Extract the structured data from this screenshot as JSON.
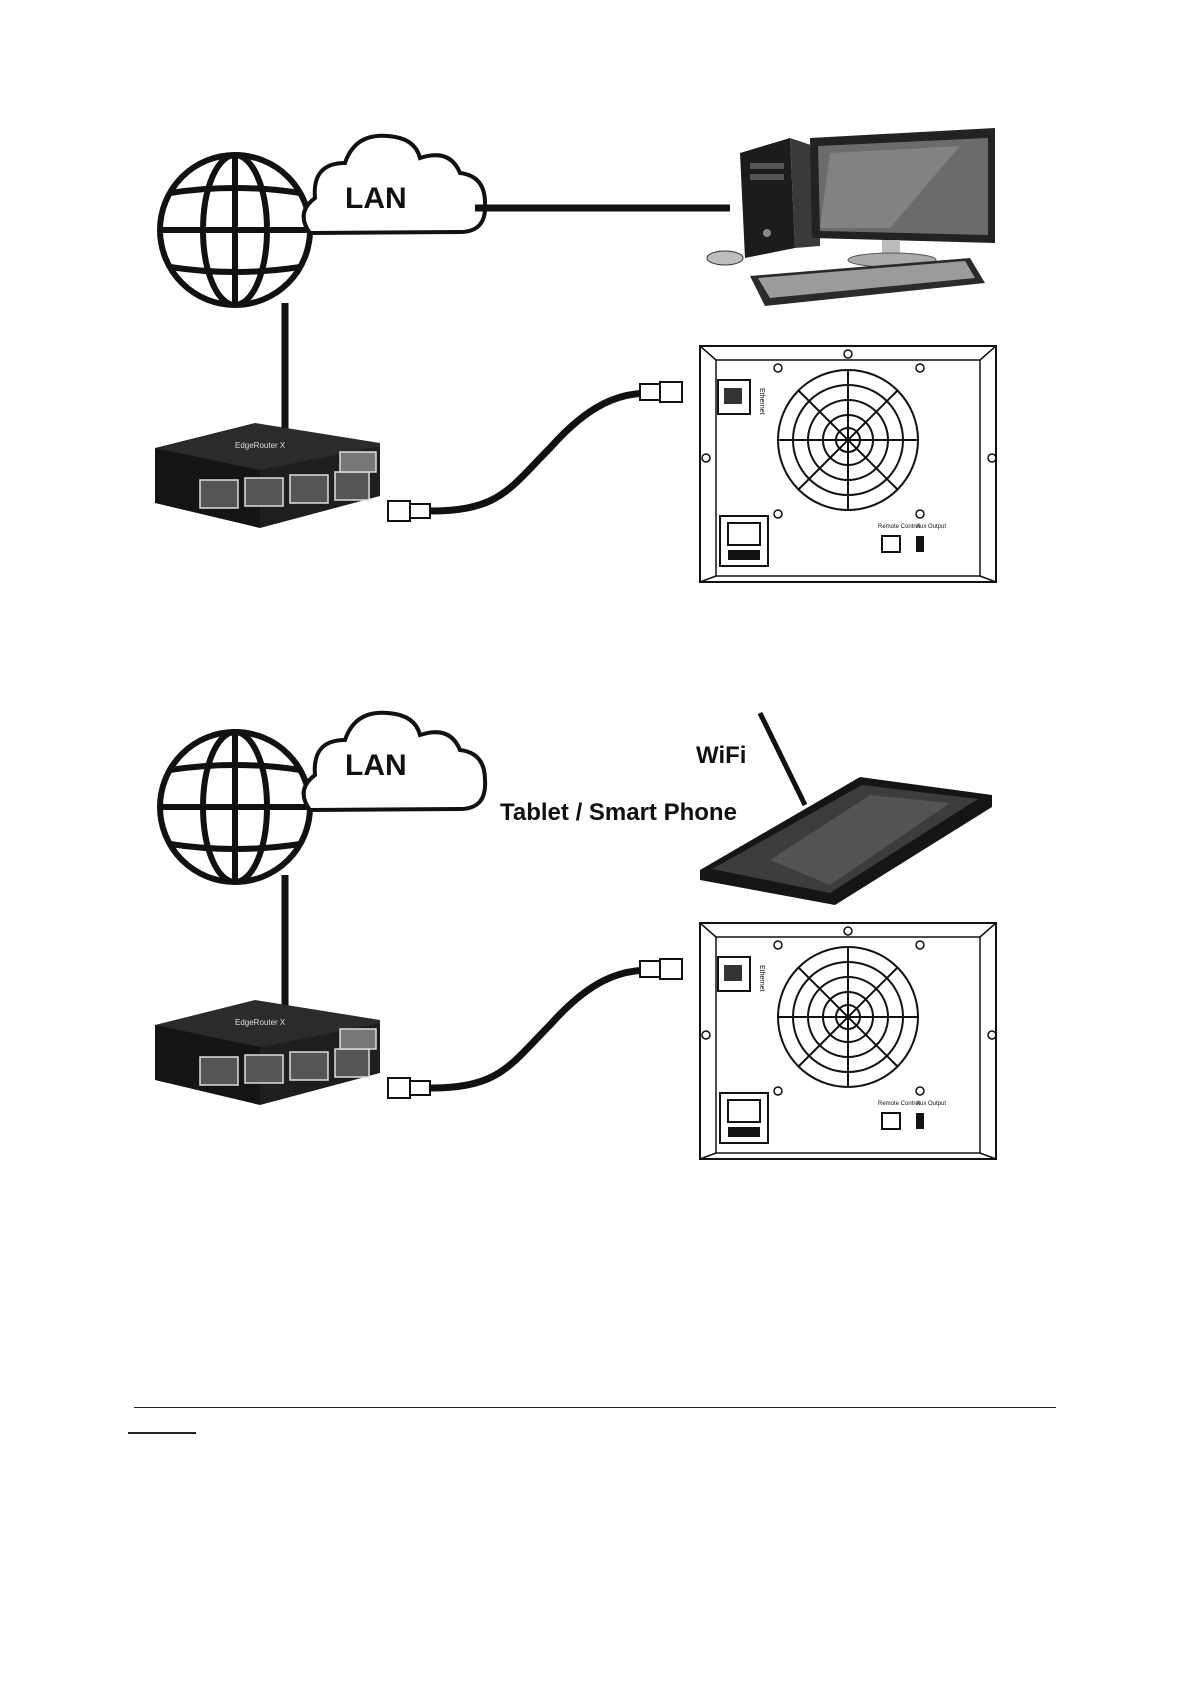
{
  "diagram_top": {
    "cloud_label": "LAN",
    "router_brand": "EdgeRouter X",
    "device_back": {
      "ethernet_label": "Ethernet",
      "remote_label": "Remote Control",
      "aux_label": "Aux Output"
    }
  },
  "diagram_bottom": {
    "cloud_label": "LAN",
    "wifi_label": "WiFi",
    "tablet_label": "Tablet / Smart Phone",
    "router_brand": "EdgeRouter X",
    "device_back": {
      "ethernet_label": "Ethernet",
      "remote_label": "Remote Control",
      "aux_label": "Aux Output"
    }
  },
  "colors": {
    "ink": "#111111",
    "device_body": "#1a1a1a",
    "panel_face": "#ffffff"
  }
}
